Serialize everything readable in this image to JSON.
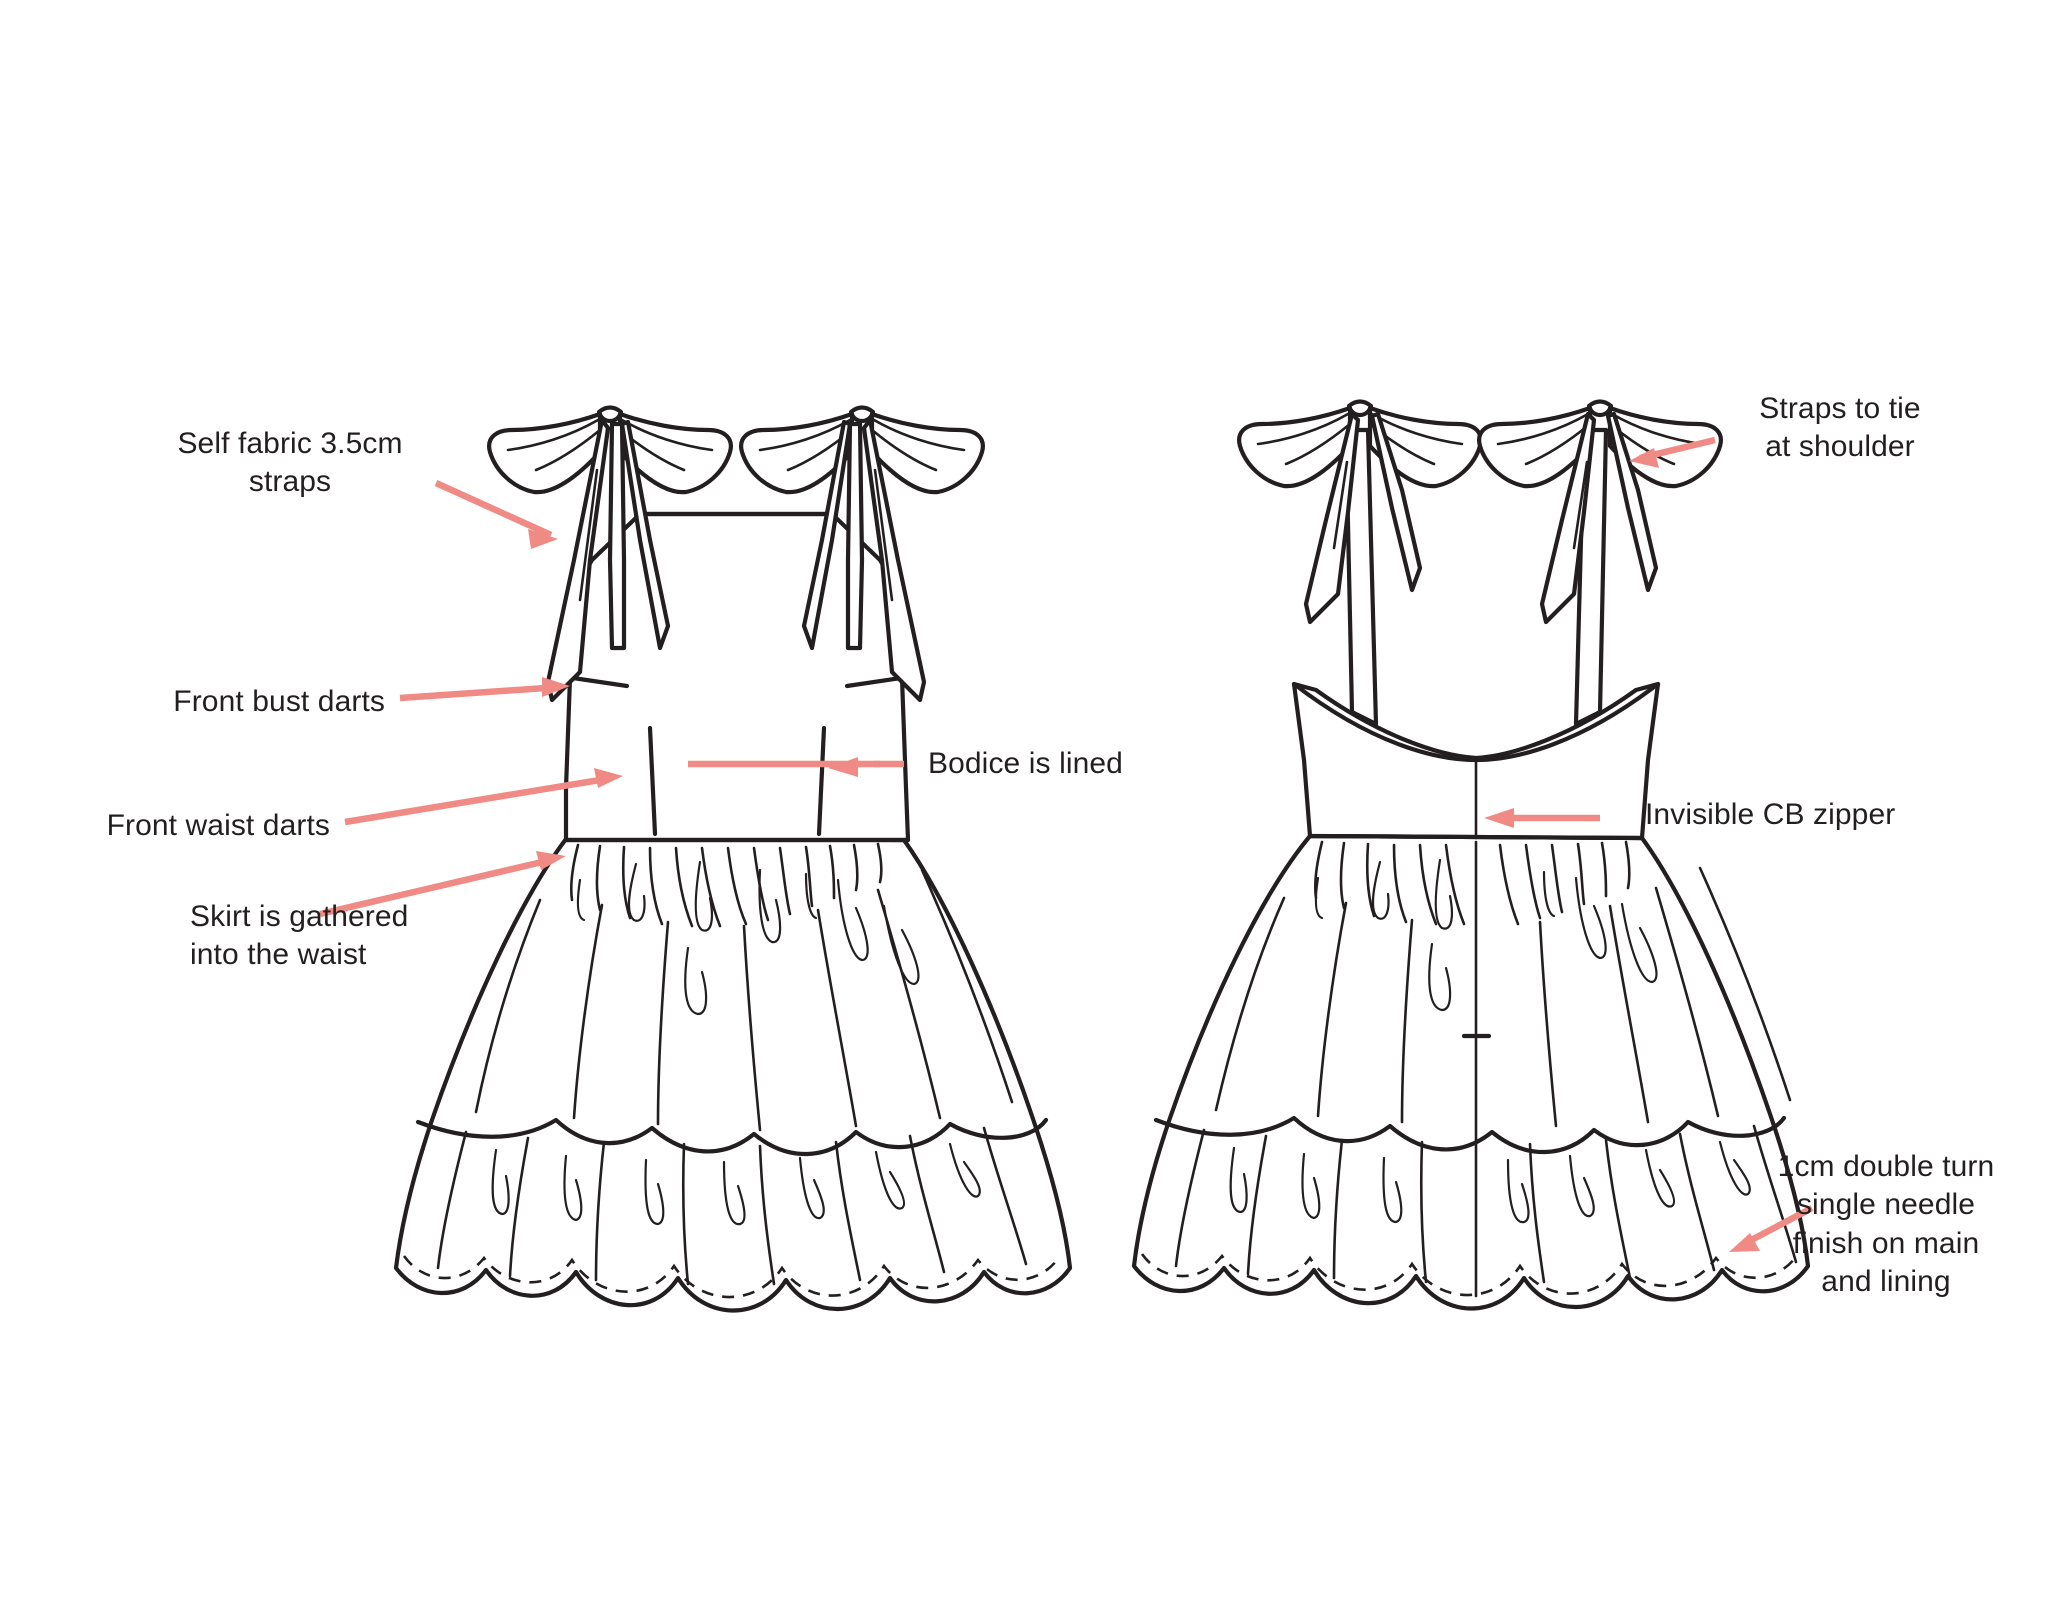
{
  "document": {
    "type": "technical-flat-sketch",
    "subject": "tiered sundress with tie shoulder straps",
    "background_color": "#ffffff",
    "line_color": "#231f20",
    "annotation_color": "#F08A85"
  },
  "views": [
    {
      "id": "front-view",
      "name": "Front view of dress"
    },
    {
      "id": "back-view",
      "name": "Back view of dress"
    }
  ],
  "annotations": [
    {
      "id": "self-fabric-straps",
      "text": "Self fabric 3.5cm\nstraps",
      "align": "center",
      "view": "front-view"
    },
    {
      "id": "front-bust-darts",
      "text": "Front bust darts",
      "align": "right",
      "view": "front-view"
    },
    {
      "id": "front-waist-darts",
      "text": "Front waist darts",
      "align": "right",
      "view": "front-view"
    },
    {
      "id": "skirt-gathered",
      "text": "Skirt is gathered\ninto the waist",
      "align": "left",
      "view": "front-view"
    },
    {
      "id": "bodice-lined",
      "text": "Bodice is lined",
      "align": "left",
      "view": "front-view"
    },
    {
      "id": "straps-tie-shoulder",
      "text": "Straps to tie\nat shoulder",
      "align": "center",
      "view": "back-view"
    },
    {
      "id": "invisible-cb-zipper",
      "text": "Invisible CB zipper",
      "align": "left",
      "view": "back-view"
    },
    {
      "id": "hem-finish",
      "text": "1cm double turn\nsingle needle\nfinish on main\nand lining",
      "align": "center",
      "view": "back-view"
    }
  ]
}
